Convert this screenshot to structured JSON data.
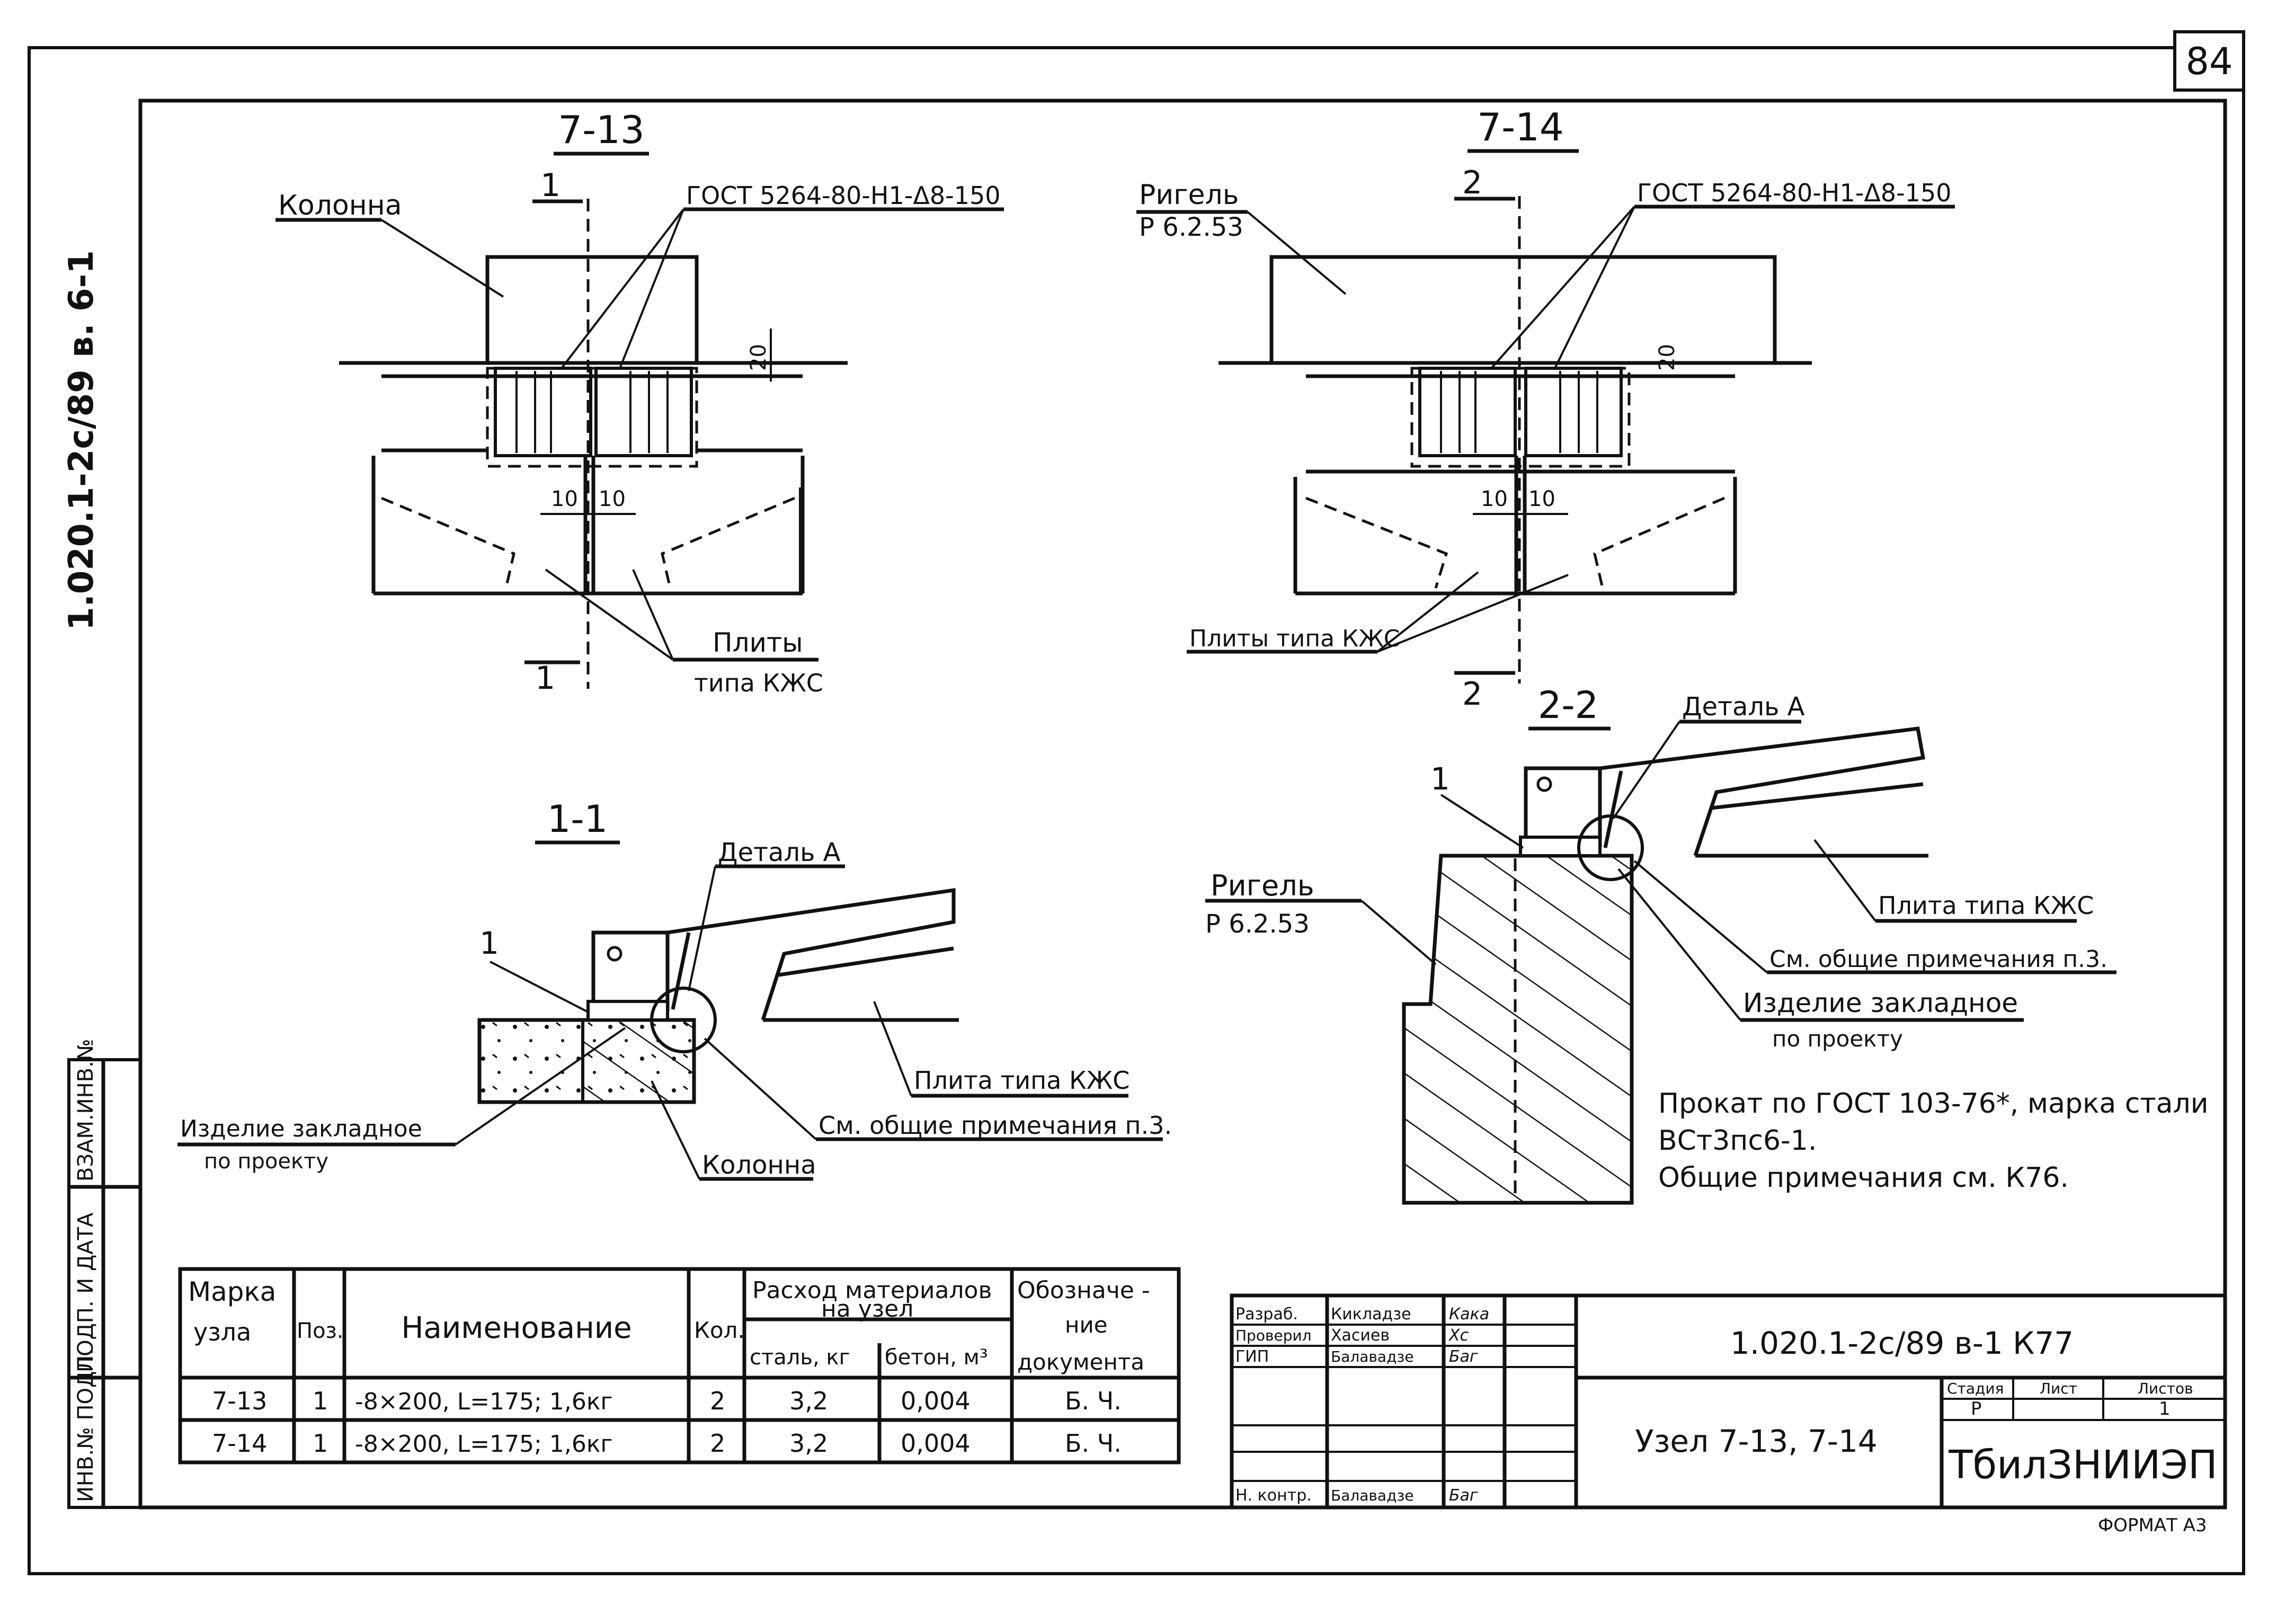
{
  "sheet": {
    "page_number": "84",
    "format_label": "ФОРМАТ А3",
    "side_code": "1.020.1-2с/89 в. 6-1",
    "side_labels": [
      "ИНВ.№ ПОДЛ.",
      "ПОДП. И ДАТА",
      "ВЗАМ.ИНВ.№"
    ]
  },
  "drawings": {
    "view_7_13": {
      "title": "7-13",
      "kolonna": "Колонна",
      "gost": "ГОСТ 5264-80-Н1-Δ8-150",
      "dim_20": "20",
      "dim_10a": "10",
      "dim_10b": "10",
      "section_mark": "1",
      "plity": "Плиты",
      "plity2": "типа КЖС"
    },
    "view_7_14": {
      "title": "7-14",
      "rigel": "Ригель",
      "rigel_code": "Р 6.2.53",
      "gost": "ГОСТ 5264-80-Н1-Δ8-150",
      "dim_20": "20",
      "dim_10a": "10",
      "dim_10b": "10",
      "section_mark": "2",
      "plity": "Плиты типа КЖС"
    },
    "section_1_1": {
      "title": "1-1",
      "detail": "Деталь А",
      "pos": "1",
      "plita": "Плита типа КЖС",
      "sm": "См. общие примечания п.3.",
      "izdelie": "Изделие закладное",
      "po_proektu": "по проекту",
      "kolonna": "Колонна"
    },
    "section_2_2": {
      "title": "2-2",
      "detail": "Деталь А",
      "pos": "1",
      "rigel": "Ригель",
      "rigel_code": "Р 6.2.53",
      "plita": "Плита типа КЖС",
      "sm": "См. общие примечания п.3.",
      "izdelie": "Изделие закладное",
      "po_proektu": "по проекту"
    }
  },
  "notes": [
    "Прокат по ГОСТ 103-76*, марка стали",
    "ВСт3пс6-1.",
    "Общие примечания см. К76."
  ],
  "spec_table": {
    "headers": {
      "marka": "Марка",
      "uzla": "узла",
      "poz": "Поз.",
      "name": "Наименование",
      "kol": "Кол.",
      "rashod": "Расход материалов",
      "na_uzel": "на узел",
      "stal": "сталь, кг",
      "beton": "бетон, м³",
      "oboz1": "Обозначе -",
      "oboz2": "ние",
      "oboz3": "документа"
    },
    "rows": [
      {
        "marka": "7-13",
        "poz": "1",
        "name": "-8×200,  L=175;  1,6кг",
        "kol": "2",
        "stal": "3,2",
        "beton": "0,004",
        "doc": "Б. Ч."
      },
      {
        "marka": "7-14",
        "poz": "1",
        "name": "-8×200,  L=175;  1,6кг",
        "kol": "2",
        "stal": "3,2",
        "beton": "0,004",
        "doc": "Б. Ч."
      }
    ]
  },
  "title_block": {
    "rows": [
      {
        "role": "Разраб.",
        "name": "Кикладзе",
        "sign": "Кака"
      },
      {
        "role": "Проверил",
        "name": "Хасиев",
        "sign": "Хс"
      },
      {
        "role": "ГИП",
        "name": "Балавадзе",
        "sign": "Баг"
      },
      {
        "role": "Н. контр.",
        "name": "Балавадзе",
        "sign": "Баг"
      }
    ],
    "doc_code": "1.020.1-2с/89  в-1  К77",
    "doc_title": "Узел  7-13,  7-14",
    "stage_label": "Стадия",
    "sheet_label": "Лист",
    "sheets_label": "Листов",
    "stage": "Р",
    "sheets": "1",
    "org": "ТбилЗНИИЭП"
  }
}
